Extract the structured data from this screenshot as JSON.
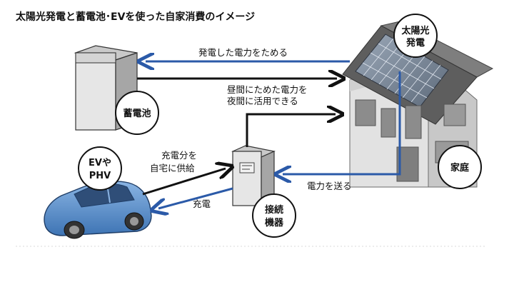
{
  "title": "太陽光発電と蓄電池･EVを使った自家消費のイメージ",
  "labels": {
    "store_power": "発電した電力をためる",
    "day_stored_line1": "昼間にためた電力を",
    "day_stored_line2": "夜間に活用できる",
    "ev_supply_line1": "充電分を",
    "ev_supply_line2": "自宅に供給",
    "charge": "充電",
    "send_power": "電力を送る"
  },
  "bubbles": {
    "solar_line1": "太陽光",
    "solar_line2": "発電",
    "battery": "蓄電池",
    "ev_line1": "EVや",
    "ev_line2": "PHV",
    "connector_line1": "接続",
    "connector_line2": "機器",
    "home": "家庭"
  },
  "colors": {
    "blue_arrow": "#2b5aa8",
    "black_arrow": "#111111",
    "car_body": "#5b8fc9"
  }
}
